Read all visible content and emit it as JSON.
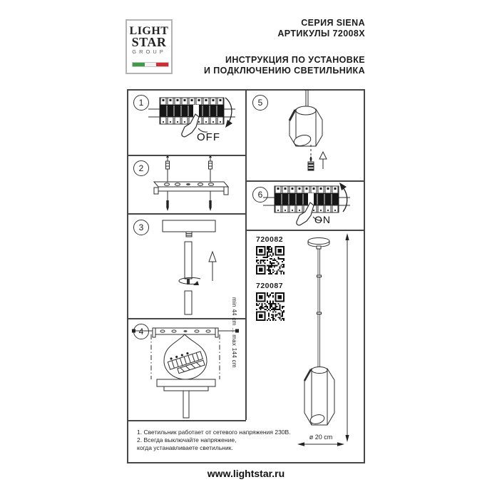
{
  "logo": {
    "line1": "LIGHT",
    "line2": "STAR",
    "line3": "GROUP",
    "flag_colors": [
      "#3f9b47",
      "#f2f2f2",
      "#cf2e34"
    ]
  },
  "header": {
    "series": "СЕРИЯ SIENA",
    "articles": "АРТИКУЛЫ 72008X",
    "instruction_line1": "ИНСТРУКЦИЯ ПО УСТАНОВКЕ",
    "instruction_line2": "И ПОДКЛЮЧЕНИЮ СВЕТИЛЬНИКА"
  },
  "steps": [
    {
      "number": "1",
      "label": "OFF"
    },
    {
      "number": "2",
      "label": ""
    },
    {
      "number": "3",
      "label": ""
    },
    {
      "number": "4",
      "label": ""
    },
    {
      "number": "5",
      "label": ""
    },
    {
      "number": "6",
      "label": "ON"
    }
  ],
  "products": [
    {
      "article": "720082"
    },
    {
      "article": "720087"
    }
  ],
  "dimensions": {
    "height_range": "min 44 cm ... max 144 cm",
    "diameter": "ø 20 cm"
  },
  "notes": {
    "lines": [
      "1. Светильник работает от сетевого напряжения 230В.",
      "2. Всегда выключайте напряжение,",
      "когда устанавливаете светильник."
    ]
  },
  "footer": {
    "url": "www.lightstar.ru"
  }
}
